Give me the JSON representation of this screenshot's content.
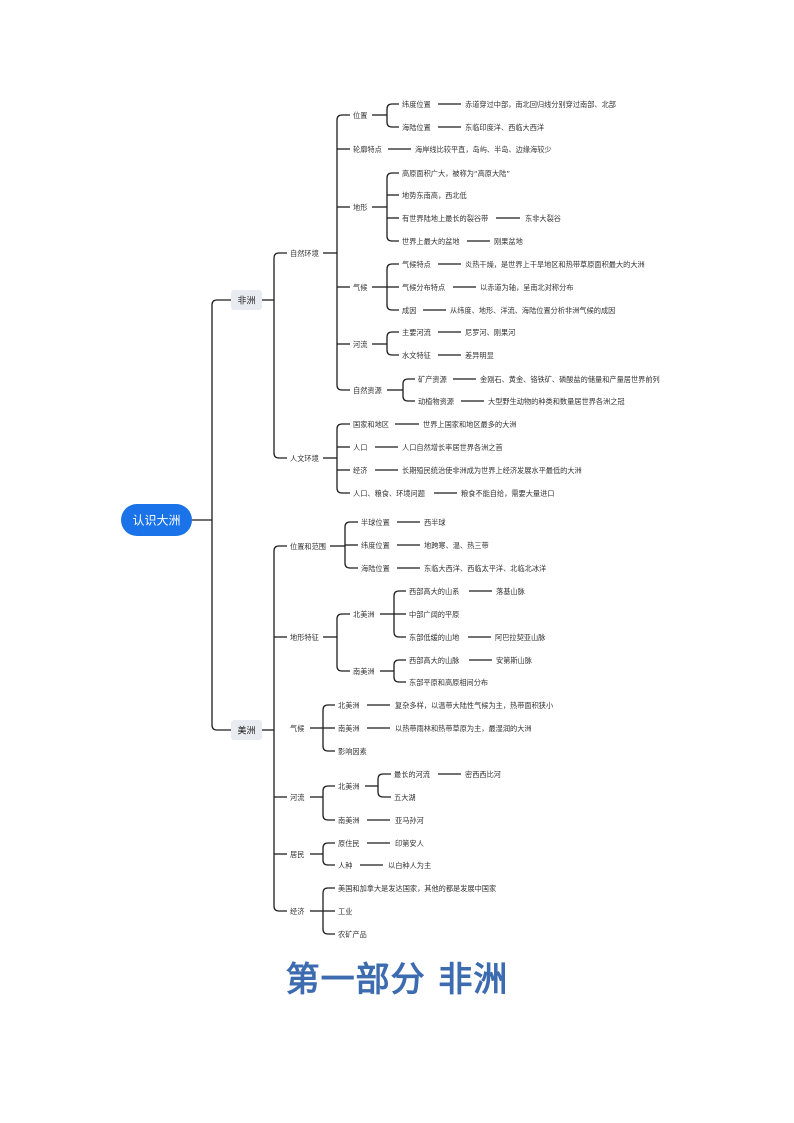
{
  "root": "认识大洲",
  "africa": {
    "label": "非洲",
    "natural": {
      "label": "自然环境",
      "location": {
        "label": "位置",
        "lat_label": "纬度位置",
        "lat_text": "赤道穿过中部，南北回归线分别穿过南部、北部",
        "sea_label": "海陆位置",
        "sea_text": "东临印度洋、西临大西洋"
      },
      "coast": {
        "label": "轮廓特点",
        "text": "海岸线比较平直，岛屿、半岛、边缘海较少"
      },
      "terrain": {
        "label": "地形",
        "item1": "高原面积广大，被称为“高原大陆”",
        "item2": "地势东南高，西北低",
        "item3": "有世界陆地上最长的裂谷带",
        "item3_text": "东非大裂谷",
        "item4": "世界上最大的盆地",
        "item4_text": "刚果盆地"
      },
      "climate": {
        "label": "气候",
        "feature_label": "气候特点",
        "feature_text": "炎热干燥，是世界上干旱地区和热带草原面积最大的大洲",
        "dist_label": "气候分布特点",
        "dist_text": "以赤道为轴，呈南北对称分布",
        "cause_label": "成因",
        "cause_text": "从纬度、地形、洋流、海陆位置分析非洲气候的成因"
      },
      "rivers": {
        "label": "河流",
        "main_label": "主要河流",
        "main_text": "尼罗河、刚果河",
        "hydro_label": "水文特征",
        "hydro_text": "差异明显"
      },
      "resources": {
        "label": "自然资源",
        "mineral_label": "矿产资源",
        "mineral_text": "金刚石、黄金、铬铁矿、磷酸盐的储量和产量居世界前列",
        "bio_label": "动植物资源",
        "bio_text": "大型野生动物的种类和数量居世界各洲之冠"
      }
    },
    "human": {
      "label": "人文环境",
      "countries_label": "国家和地区",
      "countries_text": "世界上国家和地区最多的大洲",
      "pop_label": "人口",
      "pop_text": "人口自然增长率居世界各洲之首",
      "econ_label": "经济",
      "econ_text": "长期殖民统治使非洲成为世界上经济发展水平最低的大洲",
      "issues_label": "人口、粮食、环境问题",
      "issues_text": "粮食不能自给，需要大量进口"
    }
  },
  "america": {
    "label": "美洲",
    "position": {
      "label": "位置和范围",
      "hemi_label": "半球位置",
      "hemi_text": "西半球",
      "lat_label": "纬度位置",
      "lat_text": "地跨寒、温、热三带",
      "sea_label": "海陆位置",
      "sea_text": "东临大西洋、西临太平洋、北临北冰洋"
    },
    "terrain": {
      "label": "地形特征",
      "na": {
        "label": "北美洲",
        "item1": "西部高大的山系",
        "item1_text": "落基山脉",
        "item2": "中部广阔的平原",
        "item3": "东部低缓的山地",
        "item3_text": "阿巴拉契亚山脉"
      },
      "sa": {
        "label": "南美洲",
        "item1": "西部高大的山脉",
        "item1_text": "安第斯山脉",
        "item2": "东部平原和高原相间分布"
      }
    },
    "climate": {
      "label": "气候",
      "na_label": "北美洲",
      "na_text": "复杂多样，以温带大陆性气候为主，热带面积狭小",
      "sa_label": "南美洲",
      "sa_text": "以热带雨林和热带草原为主，最湿润的大洲",
      "factors": "影响因素"
    },
    "rivers": {
      "label": "河流",
      "na_label": "北美洲",
      "na_longest": "最长的河流",
      "na_longest_text": "密西西比河",
      "na_lakes": "五大湖",
      "sa_label": "南美洲",
      "sa_text": "亚马孙河"
    },
    "residents": {
      "label": "居民",
      "native_label": "原住民",
      "native_text": "印第安人",
      "race_label": "人种",
      "race_text": "以白种人为主"
    },
    "economy": {
      "label": "经济",
      "item1": "美国和加拿大是发达国家，其他的都是发展中国家",
      "item2": "工业",
      "item3": "农矿产品"
    }
  },
  "footer_title": "第一部分  非洲"
}
